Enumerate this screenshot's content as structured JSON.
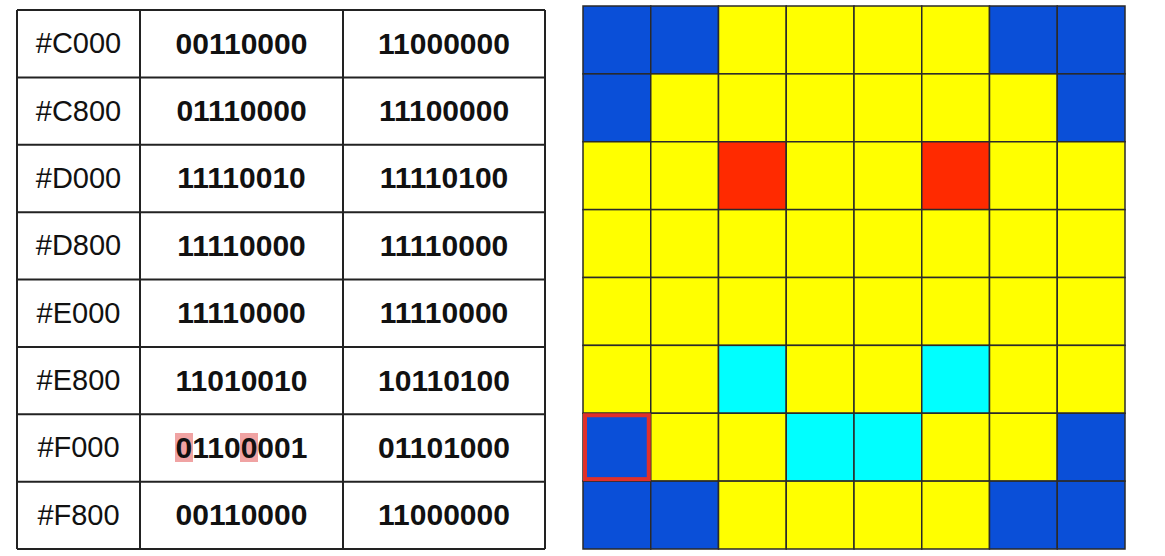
{
  "diagram": {
    "labels": [
      "#C000",
      "00110000",
      "11000000",
      "#C800",
      "01110000",
      "11100000",
      "#D000",
      "11110010",
      "11110100",
      "#D800",
      "11110000",
      "11110000",
      "#E000",
      "11110000",
      "11110000",
      "#E800",
      "11010010",
      "10110100",
      "#F000",
      "01100001",
      "01101000",
      "#F800",
      "00110000",
      "11000000"
    ]
  }
}
